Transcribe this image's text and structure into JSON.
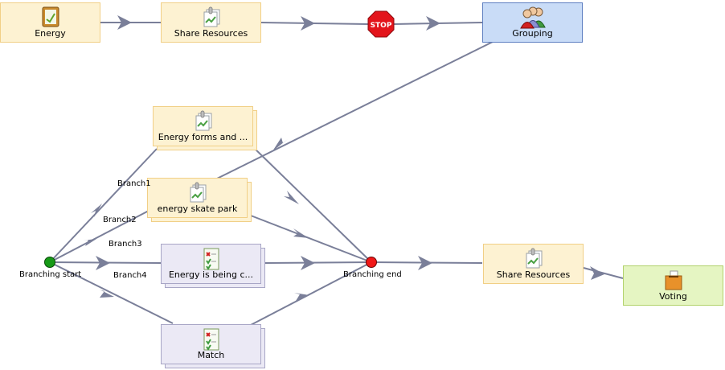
{
  "nodes": {
    "energy": {
      "label": "Energy",
      "icon": "notebook-icon"
    },
    "share_resources_top": {
      "label": "Share Resources",
      "icon": "resources-icon"
    },
    "stop": {
      "label": "STOP",
      "icon": "stop-sign-icon"
    },
    "grouping": {
      "label": "Grouping",
      "icon": "group-people-icon"
    },
    "energy_forms": {
      "label": "Energy forms and ...",
      "icon": "resources-icon"
    },
    "energy_skate_park": {
      "label": "energy skate park",
      "icon": "resources-icon"
    },
    "energy_is_being": {
      "label": "Energy is being c...",
      "icon": "quiz-icon"
    },
    "match": {
      "label": "Match",
      "icon": "quiz-icon"
    },
    "share_resources_bottom": {
      "label": "Share Resources",
      "icon": "resources-icon"
    },
    "voting": {
      "label": "Voting",
      "icon": "ballot-box-icon"
    }
  },
  "gates": {
    "branching_start": {
      "label": "Branching start",
      "color": "#179a17"
    },
    "branching_end": {
      "label": "Branching end",
      "color": "#f01818"
    }
  },
  "branches": [
    "Branch1",
    "Branch2",
    "Branch3",
    "Branch4"
  ],
  "colors": {
    "edge": "#7a7f99",
    "activity_fill": "#fdf2d2",
    "grouping_fill": "#c9dcf7",
    "assessment_fill": "#ebe9f5",
    "voting_fill": "#e5f5c2"
  }
}
